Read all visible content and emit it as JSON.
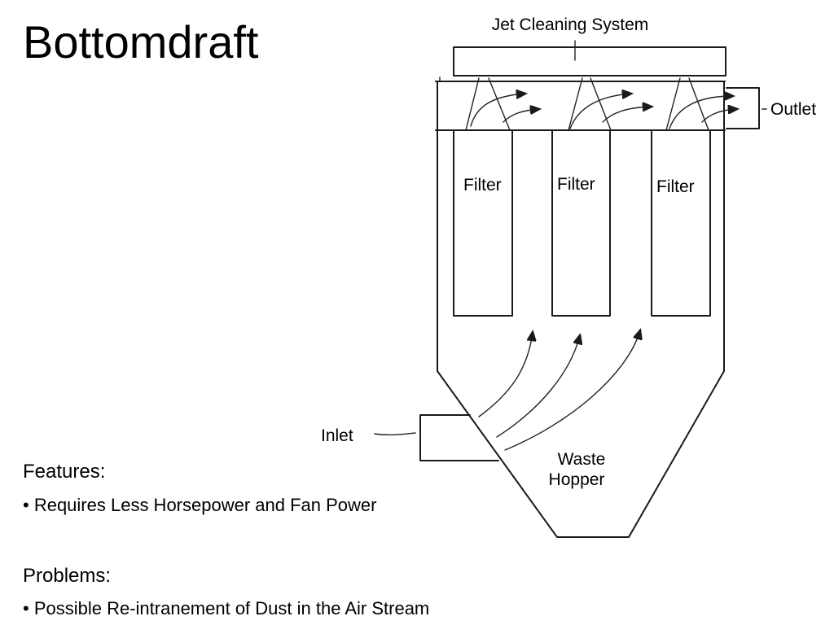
{
  "slide": {
    "title": "Bottomdraft"
  },
  "features": {
    "heading": "Features:",
    "items": [
      "• Requires Less Horsepower and Fan Power"
    ]
  },
  "problems": {
    "heading": "Problems:",
    "items": [
      "• Possible Re-intranement of Dust in the Air Stream"
    ]
  },
  "diagram": {
    "jet_cleaning_label": "Jet Cleaning System",
    "outlet_label": "Outlet",
    "inlet_label": "Inlet",
    "filter_labels": [
      "Filter",
      "Filter",
      "Filter"
    ],
    "waste_hopper_label": [
      "Waste",
      "Hopper"
    ]
  }
}
